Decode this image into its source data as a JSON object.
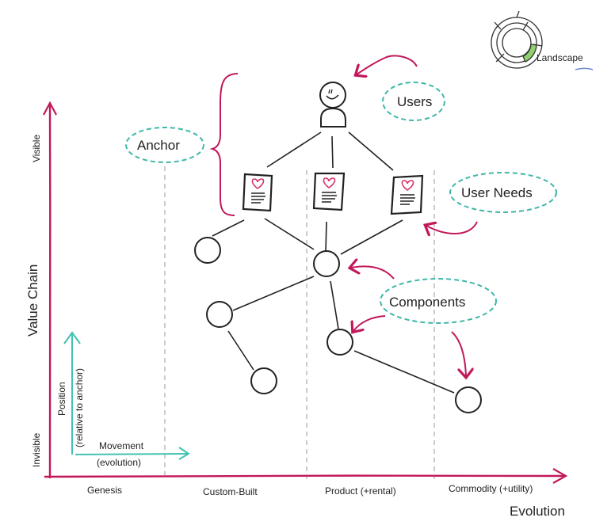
{
  "colors": {
    "axis": "#c2185b",
    "ink": "#222222",
    "bubble": "#3fb7a8",
    "legend_arrow": "#43c2b3",
    "dash": "#aaaaaa",
    "landscape_green": "#8fd16f"
  },
  "axes": {
    "y_title": "Value Chain",
    "y_top": "Visible",
    "y_bottom": "Invisible",
    "x_title": "Evolution",
    "x_stages": [
      "Genesis",
      "Custom-Built",
      "Product (+rental)",
      "Commodity (+utility)"
    ]
  },
  "legend": {
    "position_label": "Position",
    "position_sub": "(relative to anchor)",
    "movement_label": "Movement",
    "movement_sub": "(evolution)"
  },
  "callouts": {
    "anchor": "Anchor",
    "users": "Users",
    "user_needs": "User Needs",
    "components": "Components"
  },
  "landscape": {
    "label": "Landscape",
    "icon": "landscape-ring-icon"
  },
  "icons": {
    "user": "user-figure-icon",
    "need": "heart-document-icon",
    "component": "circle-node"
  }
}
